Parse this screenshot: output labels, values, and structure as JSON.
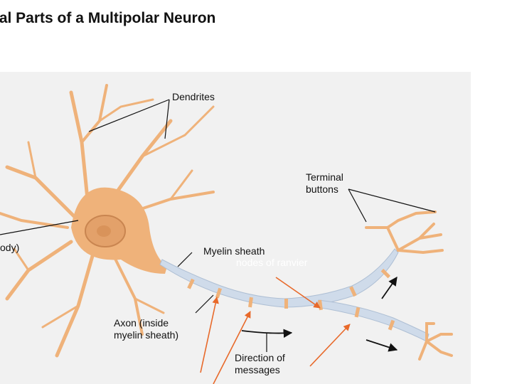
{
  "title": "pal Parts of a Multipolar Neuron",
  "labels": {
    "dendrites": "Dendrites",
    "terminal_buttons": "Terminal\nbuttons",
    "cell_body": "ody)",
    "myelin_sheath": "Myelin sheath",
    "axon": "Axon (inside\nmyelin sheath)",
    "direction": "Direction of\nmessages",
    "nodes_of_ranvier": "nodes of ranvier"
  },
  "colors": {
    "neuron_fill": "#efb27a",
    "neuron_dark": "#d9935a",
    "myelin": "#cfdbea",
    "annotation_arrow": "#e8692a",
    "figure_bg": "#f1f1f1"
  }
}
